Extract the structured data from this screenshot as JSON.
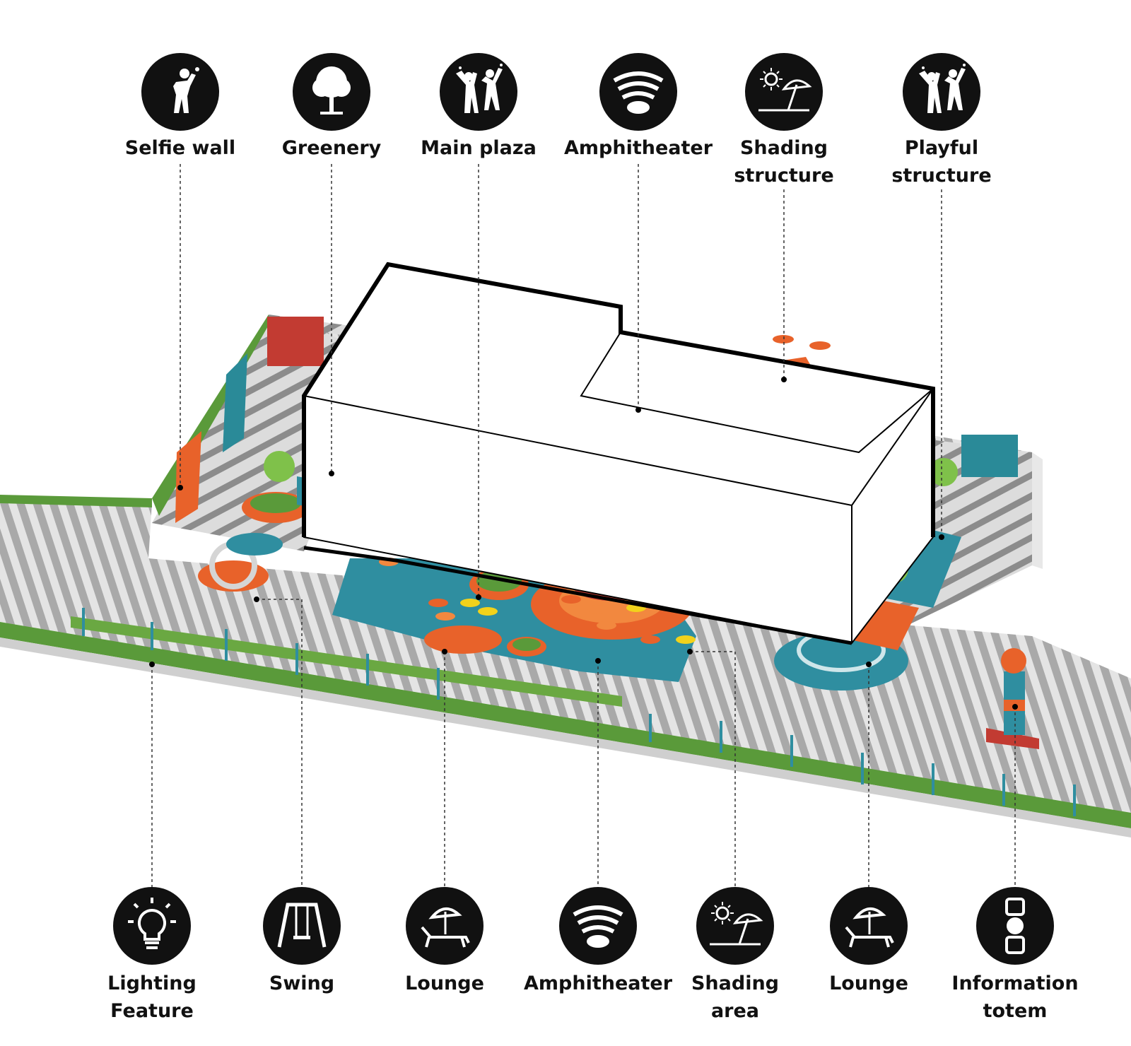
{
  "top_features": [
    {
      "id": "selfie-wall",
      "icon": "selfie-person-icon",
      "lines": [
        "Selfie wall"
      ]
    },
    {
      "id": "greenery",
      "icon": "tree-icon",
      "lines": [
        "Greenery"
      ]
    },
    {
      "id": "main-plaza",
      "icon": "celebrating-people-icon",
      "lines": [
        "Main plaza"
      ]
    },
    {
      "id": "amphitheater-top",
      "icon": "amphitheater-icon",
      "lines": [
        "Amphitheater"
      ]
    },
    {
      "id": "shading-structure",
      "icon": "sun-umbrella-icon",
      "lines": [
        "Shading",
        "structure"
      ]
    },
    {
      "id": "playful-structure",
      "icon": "celebrating-people-icon",
      "lines": [
        "Playful",
        "structure"
      ]
    }
  ],
  "bottom_features": [
    {
      "id": "lighting-feature",
      "icon": "light-bulb-icon",
      "lines": [
        "Lighting",
        "Feature"
      ]
    },
    {
      "id": "swing",
      "icon": "swing-icon",
      "lines": [
        "Swing"
      ]
    },
    {
      "id": "lounge-left",
      "icon": "lounge-chair-icon",
      "lines": [
        "Lounge"
      ]
    },
    {
      "id": "amphitheater-bottom",
      "icon": "amphitheater-icon",
      "lines": [
        "Amphitheater"
      ]
    },
    {
      "id": "shading-area",
      "icon": "sun-umbrella-icon",
      "lines": [
        "Shading",
        "area"
      ]
    },
    {
      "id": "lounge-right",
      "icon": "lounge-chair-icon",
      "lines": [
        "Lounge"
      ]
    },
    {
      "id": "information-totem",
      "icon": "totem-icon",
      "lines": [
        "Information",
        "totem"
      ]
    }
  ],
  "colors": {
    "icon_fill": "#111111",
    "icon_glyph": "#ffffff",
    "grass": "#5a9a3a",
    "teal": "#2f8ea0",
    "orange": "#e8622a",
    "yellow": "#f2d21b",
    "paving_light": "#e6e6e6",
    "paving_mid": "#b0b0b0",
    "paving_dark": "#6d6d6d",
    "building_outline": "#000000"
  }
}
